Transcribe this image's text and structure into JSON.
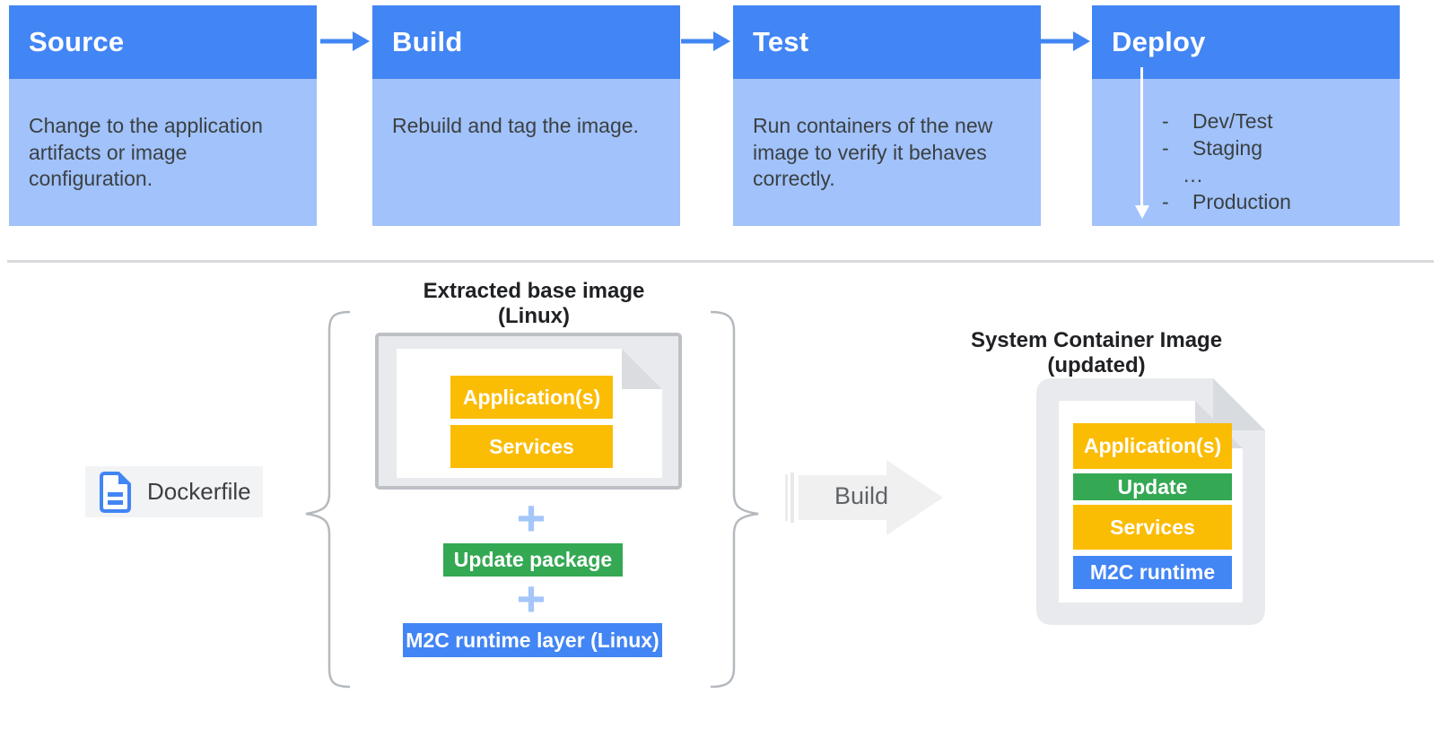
{
  "pipeline": {
    "stages": [
      {
        "title": "Source",
        "description": "Change to the application artifacts or image configuration."
      },
      {
        "title": "Build",
        "description": "Rebuild and tag the image."
      },
      {
        "title": "Test",
        "description": "Run containers of the new image to verify it behaves correctly."
      },
      {
        "title": "Deploy",
        "description": ""
      }
    ],
    "deploy_environments": [
      {
        "bullet": "-",
        "label": "Dev/Test"
      },
      {
        "bullet": "-",
        "label": "Staging"
      },
      {
        "bullet": "",
        "label": "..."
      },
      {
        "bullet": "-",
        "label": "Production"
      }
    ]
  },
  "bottom": {
    "dockerfile": {
      "label": "Dockerfile"
    },
    "extracted_base_image": {
      "title": "Extracted base image (Linux)",
      "layers": [
        "Application(s)",
        "Services"
      ]
    },
    "plus_sign": "+",
    "update_package_label": "Update package",
    "m2c_runtime_layer_label": "M2C runtime layer (Linux)",
    "build_arrow_label": "Build",
    "system_container_image": {
      "title": "System Container Image (updated)",
      "layers": [
        "Application(s)",
        "Update",
        "Services",
        "M2C runtime"
      ]
    }
  },
  "colors": {
    "header_blue": "#4285F4",
    "body_blue": "#A1C2FA",
    "yellow": "#FBBC04",
    "green": "#34A853",
    "box_blue": "#4285F4",
    "light_gray_fill": "#E8EAED",
    "gray_border": "#BDC1C6",
    "text_dark": "#3B4043",
    "arrow_gray": "#F0F0F1"
  }
}
